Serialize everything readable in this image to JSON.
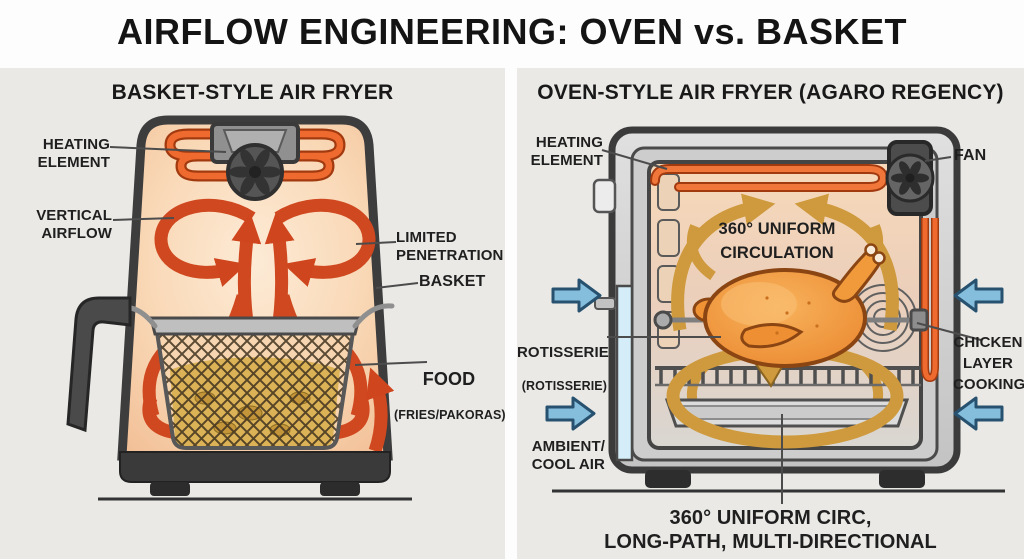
{
  "title": "AIRFLOW ENGINEERING: OVEN vs. BASKET",
  "colors": {
    "panel_bg": "#eae9e6",
    "hot_air_red": "#d0481f",
    "heating_coil_orange": "#ee6a2f",
    "circulation_gold": "#cf9a3d",
    "cool_air_blue": "#85bedd",
    "interior_peach": "#f9d8b6",
    "body_gray": "#3d3d3d"
  },
  "left_panel": {
    "heading": "BASKET-STYLE AIR FRYER",
    "labels": {
      "heating_element": "HEATING\nELEMENT",
      "vertical_airflow": "VERTICAL\nAIRFLOW",
      "limited_penetration": "LIMITED\nPENETRATION",
      "basket": "BASKET",
      "food": "FOOD",
      "food_sub": "(FRIES/PAKORAS)"
    }
  },
  "right_panel": {
    "heading": "OVEN-STYLE AIR FRYER (AGARO REGENCY)",
    "labels": {
      "heating_element": "HEATING\nELEMENT",
      "fan": "FAN",
      "circulation": "360° UNIFORM\nCIRCULATION",
      "rotisserie": "ROTISSERIE",
      "rotisserie_sub": "(ROTISSERIE)",
      "chicken_layer": "CHICKEN\nLAYER\nCOOKING",
      "ambient_cool_air": "AMBIENT/\nCOOL AIR",
      "bottom_caption": "360° UNIFORM CIRC,\nLONG-PATH, MULTI-DIRECTIONAL"
    }
  }
}
